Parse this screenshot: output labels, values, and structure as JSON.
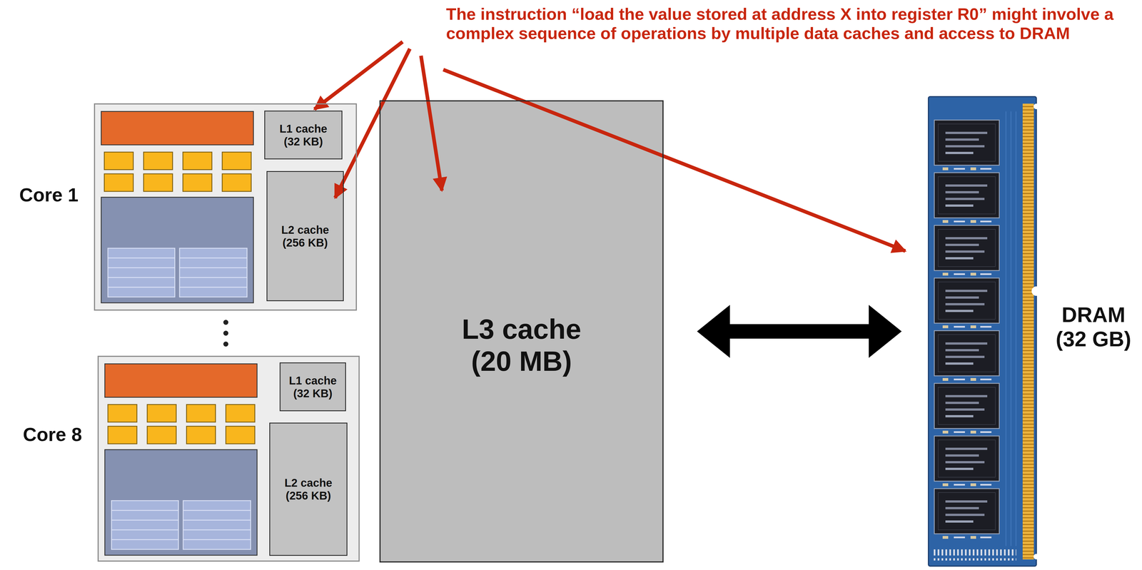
{
  "diagram": {
    "title": "The instruction “load the value stored at address X into register R0” might involve a complex sequence of operations by multiple data caches and access to DRAM",
    "nodes": [
      {
        "text": [
          "Core 1"
        ]
      },
      {
        "text": [
          "L1 cache (32 KB)"
        ],
        "in": 0
      },
      {
        "text": [
          "L2 cache (256 KB)"
        ],
        "in": 0
      },
      {
        "text": [
          "Core 8"
        ]
      },
      {
        "text": [
          "L1 cache (32 KB)"
        ],
        "in": 3
      },
      {
        "text": [
          "L2 cache (256 KB)"
        ],
        "in": 3
      },
      {
        "text": [
          "L3 cache (20 MB)"
        ]
      },
      {
        "text": [
          "DRAM (32 GB)"
        ]
      }
    ],
    "edges": [
      {
        "from": 6,
        "to": 7,
        "arrow": "both"
      }
    ]
  }
}
